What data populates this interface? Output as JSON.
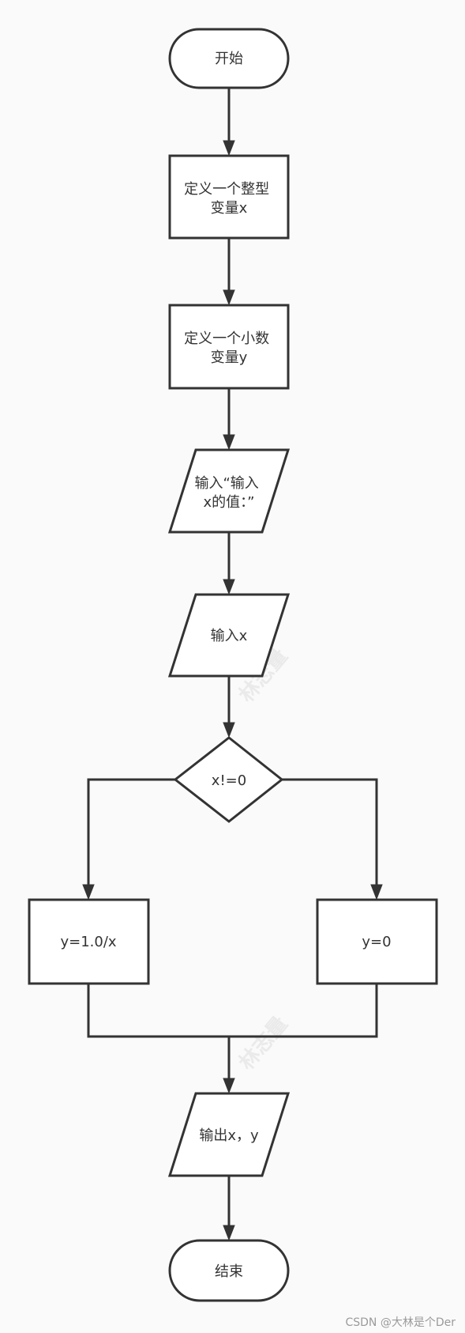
{
  "nodes": {
    "start": "开始",
    "declare_x": [
      "定义一个整型",
      "变量x"
    ],
    "declare_y": [
      "定义一个小数",
      "变量y"
    ],
    "prompt": [
      "输入“输入",
      "x的值：”"
    ],
    "input_x": "输入x",
    "decision": "x!=0",
    "branch_true": "y=1.0/x",
    "branch_false": "y=0",
    "output": "输出x，y",
    "end": "结束"
  },
  "watermarks": [
    "林志量",
    "林志量"
  ],
  "credit": "CSDN @大林是个Der"
}
